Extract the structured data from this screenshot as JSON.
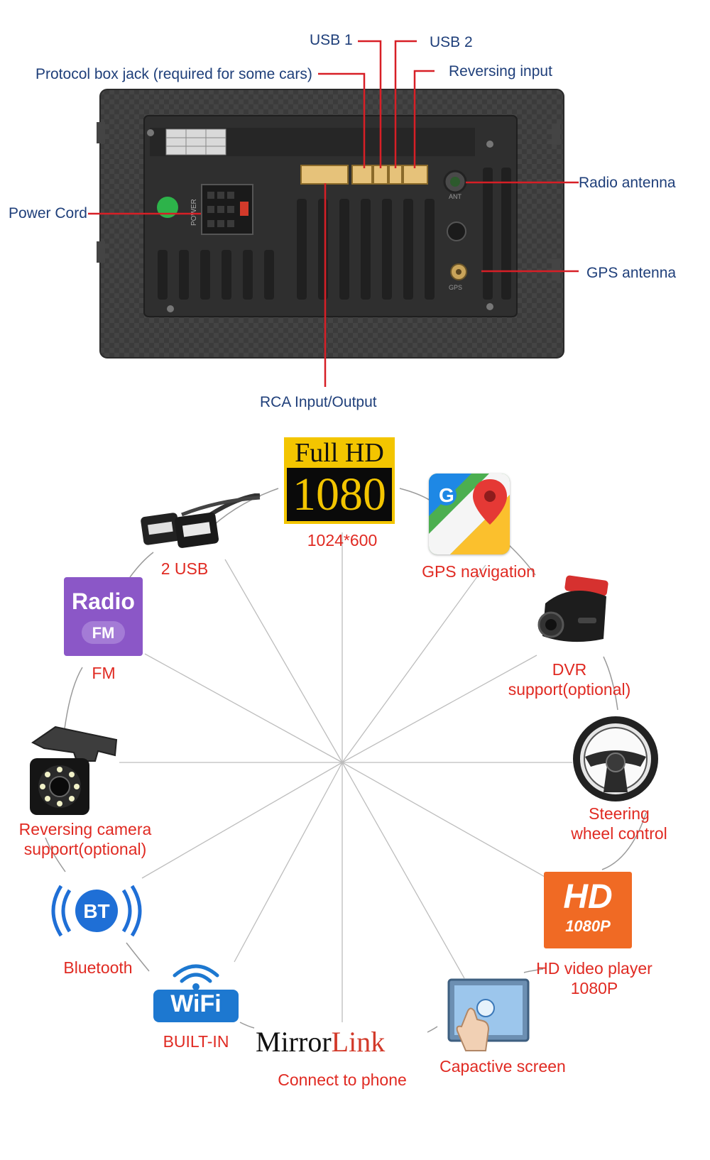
{
  "connectors": {
    "usb1": "USB 1",
    "usb2": "USB 2",
    "protocol_box": "Protocol box jack (required for some cars)",
    "reversing_input": "Reversing input",
    "radio_antenna": "Radio antenna",
    "power_cord": "Power Cord",
    "gps_antenna": "GPS antenna",
    "rca": "RCA Input/Output"
  },
  "unit_markings": {
    "power": "POWER",
    "ant": "ANT",
    "gps": "GPS"
  },
  "features": {
    "fullhd": {
      "line1": "Full HD",
      "line2": "1080",
      "caption": "1024*600"
    },
    "gps": {
      "caption": "GPS navigation",
      "badge": "G"
    },
    "usb": {
      "caption": "2 USB"
    },
    "dvr": {
      "caption_line1": "DVR",
      "caption_line2": "support(optional)"
    },
    "fm": {
      "title": "Radio",
      "sub": "FM",
      "caption": "FM"
    },
    "steering": {
      "caption_line1": "Steering",
      "caption_line2": "wheel control"
    },
    "camera": {
      "caption_line1": "Reversing camera",
      "caption_line2": "support(optional)"
    },
    "hd_video": {
      "title": "HD",
      "sub": "1080P",
      "caption_line1": "HD video player",
      "caption_line2": "1080P"
    },
    "bluetooth": {
      "badge": "BT",
      "caption": "Bluetooth"
    },
    "wifi": {
      "badge": "WiFi",
      "caption": "BUILT-IN"
    },
    "mirrorlink": {
      "word1": "Mirror",
      "word2": "Link",
      "caption": "Connect to phone"
    },
    "capacitive": {
      "caption": "Capactive screen"
    }
  },
  "colors": {
    "label_blue": "#1f3f7a",
    "callout_red": "#d71f26",
    "caption_red": "#e02a22",
    "unit_dark": "#3a3a3a",
    "connector_yellow": "#e6c27a"
  }
}
